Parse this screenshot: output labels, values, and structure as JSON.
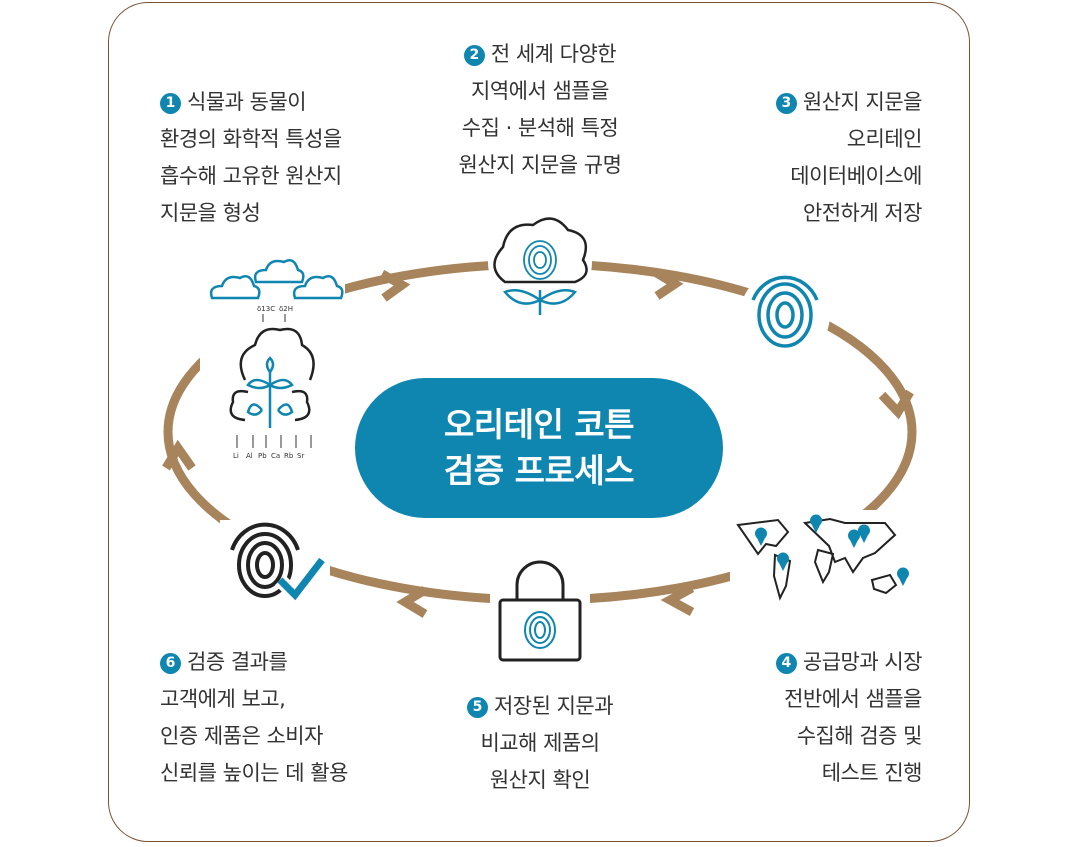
{
  "title": {
    "line1": "오리테인 코튼",
    "line2": "검증 프로세스"
  },
  "steps": [
    {
      "num": "1",
      "lines": [
        "식물과 동물이",
        "환경의 화학적 특성을",
        "흡수해 고유한 원산지",
        "지문을 형성"
      ]
    },
    {
      "num": "2",
      "lines": [
        "전 세계 다양한",
        "지역에서 샘플을",
        "수집 · 분석해 특정",
        "원산지 지문을 규명"
      ]
    },
    {
      "num": "3",
      "lines": [
        "원산지 지문을",
        "오리테인",
        "데이터베이스에",
        "안전하게 저장"
      ]
    },
    {
      "num": "4",
      "lines": [
        "공급망과 시장",
        "전반에서 샘플을",
        "수집해 검증 및",
        "테스트 진행"
      ]
    },
    {
      "num": "5",
      "lines": [
        "저장된 지문과",
        "비교해 제품의",
        "원산지 확인"
      ]
    },
    {
      "num": "6",
      "lines": [
        "검증 결과를",
        "고객에게 보고,",
        "인증 제품은 소비자",
        "신뢰를 높이는 데 활용"
      ]
    }
  ],
  "isotopes": [
    "δ13C",
    "δ2H"
  ],
  "elements": [
    "Li",
    "Al",
    "Pb",
    "Ca",
    "Rb",
    "Sr"
  ],
  "colors": {
    "teal": "#0f86b0",
    "arrow": "#a8845c",
    "frame": "#7a5236"
  }
}
